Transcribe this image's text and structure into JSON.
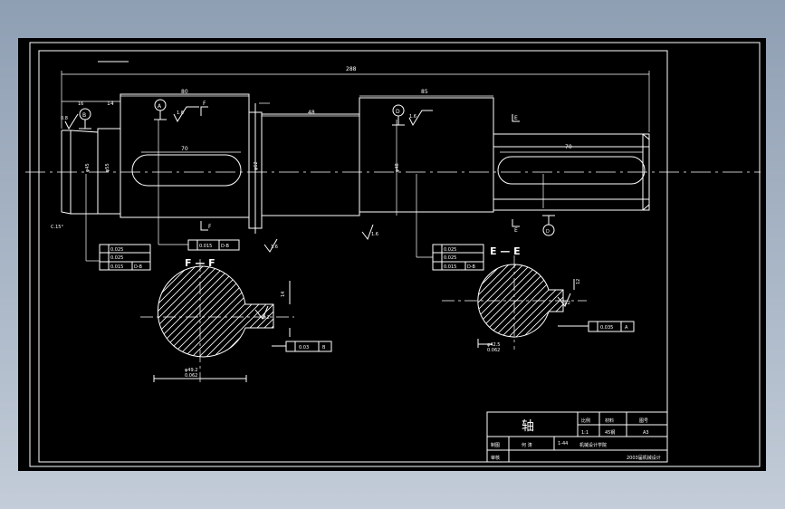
{
  "drawing": {
    "part_name": "轴",
    "title_block": {
      "h_scale": "比例",
      "h_material": "材料",
      "h_drawing_no": "图号",
      "scale": "1:1",
      "material": "45钢",
      "sheet": "A3",
      "designed_label": "制图",
      "designer": "何 涛",
      "class_label": "1-44",
      "school": "机械设计学院",
      "review_label": "审核",
      "project": "2003届机械设计"
    },
    "section_ff_label": "F — F",
    "section_ee_label": "E — E",
    "cut_f": "F",
    "cut_e": "E",
    "datum_a": "A",
    "datum_b": "B",
    "datum_d": "D",
    "datum_label_a": "A",
    "datum_label_b": "B",
    "datum_label_d": "D",
    "rough_16": "1.6",
    "rough_16b": "1.6",
    "rough_08": "0.8",
    "rough_16c": "1.6",
    "rough_16d": "1.6",
    "rough_32": "3.2",
    "rough_32b": "3.2",
    "chamfer": "C.15°",
    "dims": {
      "overall": "288",
      "left_shoulder": "14",
      "left_length": "80",
      "right_length": "85",
      "mid_length": "48",
      "right_key_len": "70",
      "left_key_len": "70",
      "small": "16",
      "dia_left": "φ45",
      "dia_mid": "φ55",
      "dia_right": "φ48",
      "dia_shoulder": "φ62",
      "sec_f_dia": "φ49.2",
      "sec_f_tol": "0.062",
      "sec_e_dia": "φ42.5",
      "sec_e_tol": "0.062",
      "key_depth": "14",
      "key_depth2": "12"
    },
    "fcf": {
      "f1": {
        "val": "0.015",
        "datum": "D-B"
      },
      "g1": {
        "r1": "0.025",
        "r2": "0.025",
        "r3": "0.015",
        "datum": "D-B"
      },
      "g2": {
        "r1": "0.025",
        "r2": "0.025",
        "r3": "0.015",
        "datum": "D-B"
      },
      "sec_f": {
        "val": "0.03",
        "datum": "B"
      },
      "sec_e": {
        "val": "0.035",
        "datum": "A"
      }
    }
  }
}
